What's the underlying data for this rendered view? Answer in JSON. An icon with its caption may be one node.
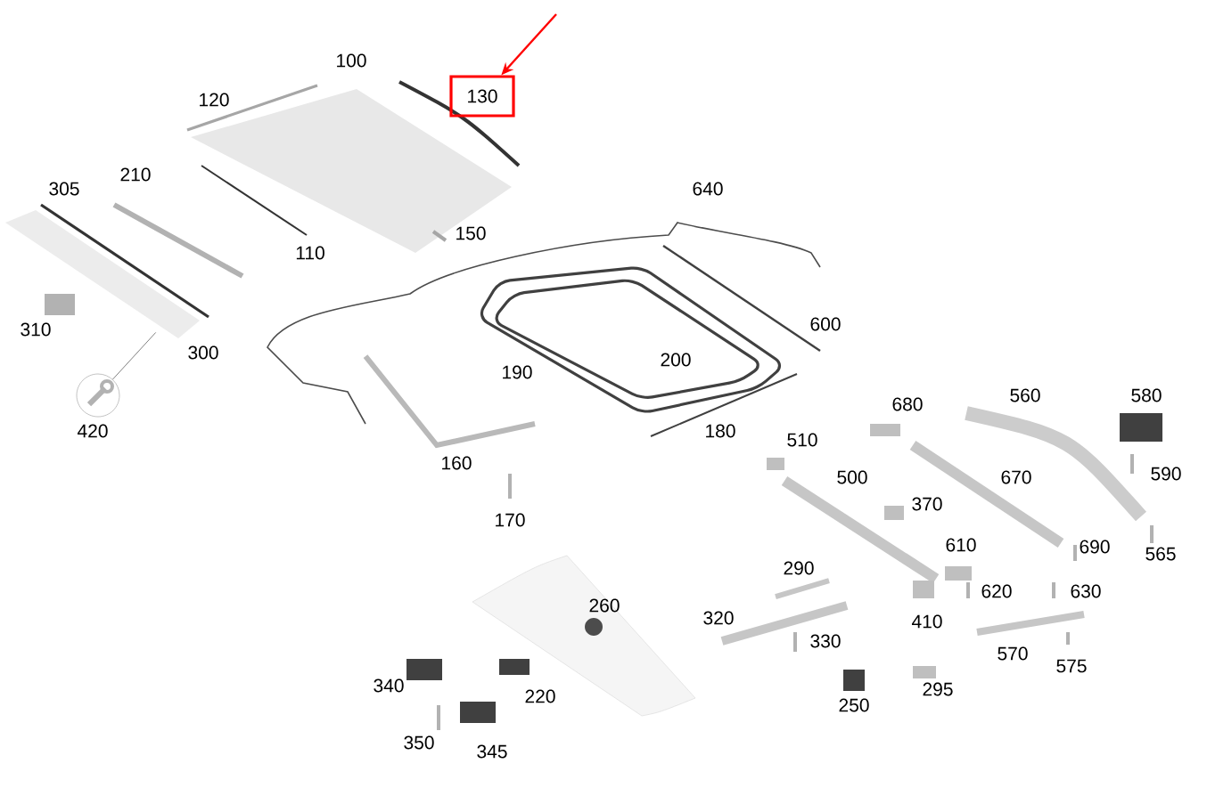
{
  "diagram": {
    "nodes": [
      {
        "text": [
          "130"
        ]
      },
      {
        "text": [],
        "shape": "picture",
        "beside": [
          "420"
        ]
      },
      {
        "text": [],
        "shape": "picture"
      }
    ],
    "edges": [
      {
        "from": null,
        "to": 0,
        "arrow": "to",
        "color": "#ff0000"
      },
      {
        "from": 1,
        "to": 2,
        "arrow": "none",
        "color": "#606060"
      }
    ],
    "labels": [
      "100",
      "120",
      "305",
      "210",
      "150",
      "110",
      "640",
      "310",
      "300",
      "600",
      "190",
      "200",
      "180",
      "680",
      "560",
      "580",
      "510",
      "160",
      "590",
      "500",
      "670",
      "370",
      "170",
      "565",
      "690",
      "610",
      "290",
      "260",
      "620",
      "630",
      "320",
      "410",
      "330",
      "340",
      "570",
      "575",
      "220",
      "295",
      "250",
      "350",
      "345"
    ]
  }
}
